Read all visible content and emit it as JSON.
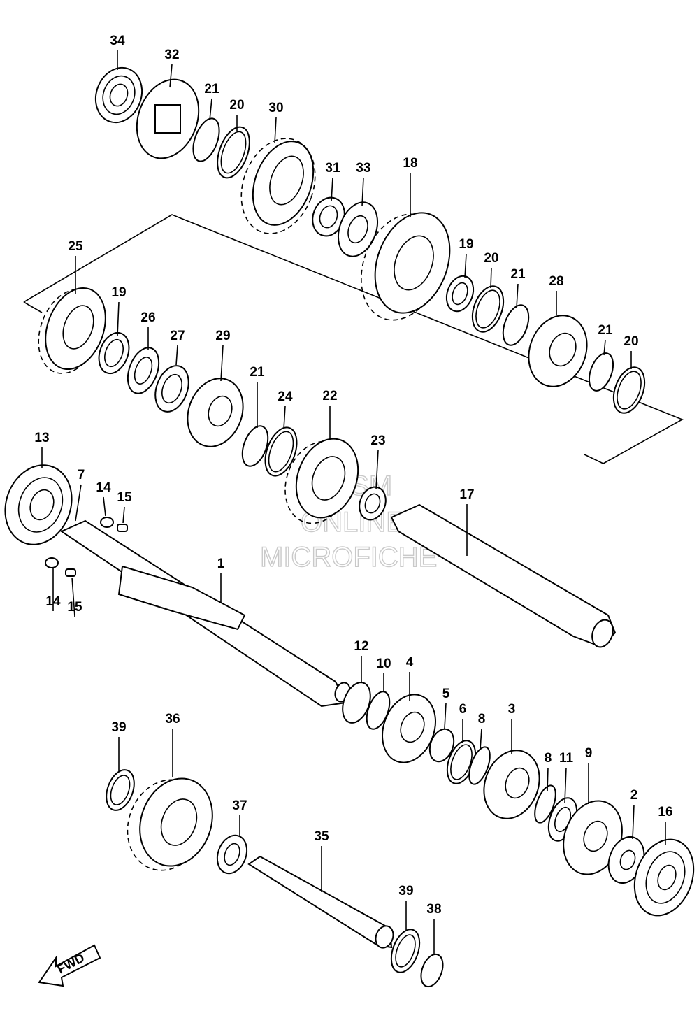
{
  "diagram": {
    "callouts": [
      {
        "id": "c34",
        "text": "34"
      },
      {
        "id": "c32",
        "text": "32"
      },
      {
        "id": "c21a",
        "text": "21"
      },
      {
        "id": "c20a",
        "text": "20"
      },
      {
        "id": "c30",
        "text": "30"
      },
      {
        "id": "c31",
        "text": "31"
      },
      {
        "id": "c33",
        "text": "33"
      },
      {
        "id": "c18",
        "text": "18"
      },
      {
        "id": "c25",
        "text": "25"
      },
      {
        "id": "c19a",
        "text": "19"
      },
      {
        "id": "c19b",
        "text": "19"
      },
      {
        "id": "c20b",
        "text": "20"
      },
      {
        "id": "c21b",
        "text": "21"
      },
      {
        "id": "c28",
        "text": "28"
      },
      {
        "id": "c26",
        "text": "26"
      },
      {
        "id": "c27",
        "text": "27"
      },
      {
        "id": "c29",
        "text": "29"
      },
      {
        "id": "c21c",
        "text": "21"
      },
      {
        "id": "c20c",
        "text": "20"
      },
      {
        "id": "c21d",
        "text": "21"
      },
      {
        "id": "c24",
        "text": "24"
      },
      {
        "id": "c22",
        "text": "22"
      },
      {
        "id": "c23",
        "text": "23"
      },
      {
        "id": "c13",
        "text": "13"
      },
      {
        "id": "c7",
        "text": "7"
      },
      {
        "id": "c14a",
        "text": "14"
      },
      {
        "id": "c15a",
        "text": "15"
      },
      {
        "id": "c17",
        "text": "17"
      },
      {
        "id": "c1",
        "text": "1"
      },
      {
        "id": "c14b",
        "text": "14"
      },
      {
        "id": "c15b",
        "text": "15"
      },
      {
        "id": "c12",
        "text": "12"
      },
      {
        "id": "c10",
        "text": "10"
      },
      {
        "id": "c4",
        "text": "4"
      },
      {
        "id": "c5",
        "text": "5"
      },
      {
        "id": "c6",
        "text": "6"
      },
      {
        "id": "c8a",
        "text": "8"
      },
      {
        "id": "c3",
        "text": "3"
      },
      {
        "id": "c8b",
        "text": "8"
      },
      {
        "id": "c11",
        "text": "11"
      },
      {
        "id": "c9",
        "text": "9"
      },
      {
        "id": "c2",
        "text": "2"
      },
      {
        "id": "c16",
        "text": "16"
      },
      {
        "id": "c39a",
        "text": "39"
      },
      {
        "id": "c36",
        "text": "36"
      },
      {
        "id": "c37",
        "text": "37"
      },
      {
        "id": "c35",
        "text": "35"
      },
      {
        "id": "c39b",
        "text": "39"
      },
      {
        "id": "c38",
        "text": "38"
      }
    ],
    "watermark": [
      "HLSM",
      "ONLINE",
      "MICROFICHE"
    ],
    "direction_label": "FWD"
  }
}
